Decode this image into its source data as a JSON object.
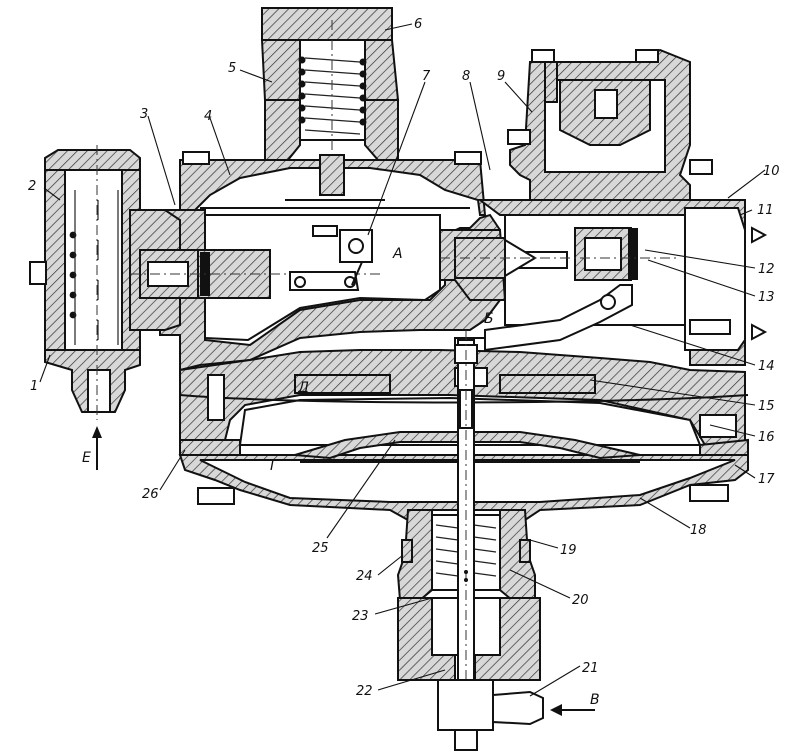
{
  "figure": {
    "part_numbers": [
      "1",
      "2",
      "3",
      "4",
      "5",
      "6",
      "7",
      "8",
      "9",
      "10",
      "11",
      "12",
      "13",
      "14",
      "15",
      "16",
      "17",
      "18",
      "19",
      "20",
      "21",
      "22",
      "23",
      "24",
      "25",
      "26"
    ],
    "chamber_labels": {
      "a": "А",
      "b": "Б",
      "v": "В",
      "g": "Г",
      "d": "Д",
      "e": "Е"
    }
  }
}
